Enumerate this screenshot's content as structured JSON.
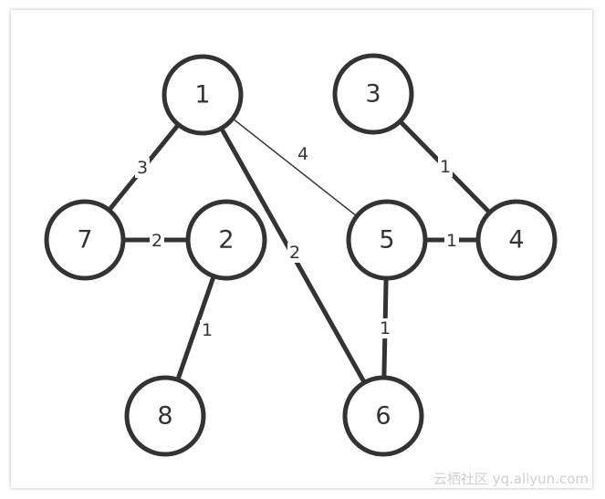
{
  "graph": {
    "nodes": [
      {
        "id": "1",
        "label": "1"
      },
      {
        "id": "3",
        "label": "3"
      },
      {
        "id": "7",
        "label": "7"
      },
      {
        "id": "2",
        "label": "2"
      },
      {
        "id": "5",
        "label": "5"
      },
      {
        "id": "4",
        "label": "4"
      },
      {
        "id": "8",
        "label": "8"
      },
      {
        "id": "6",
        "label": "6"
      }
    ],
    "edges": [
      {
        "from": "1",
        "to": "7",
        "weight": "3"
      },
      {
        "from": "1",
        "to": "5",
        "weight": "4"
      },
      {
        "from": "1",
        "to": "6",
        "weight": "2"
      },
      {
        "from": "3",
        "to": "4",
        "weight": "1"
      },
      {
        "from": "7",
        "to": "2",
        "weight": "2"
      },
      {
        "from": "5",
        "to": "4",
        "weight": "1"
      },
      {
        "from": "2",
        "to": "8",
        "weight": "1"
      },
      {
        "from": "5",
        "to": "6",
        "weight": "1"
      }
    ],
    "colors": {
      "stroke": "#333333",
      "fill": "#ffffff",
      "text": "#333333",
      "watermark": "#cfcfcf"
    }
  },
  "watermark": {
    "text": "云栖社区 yq.aliyun.com"
  }
}
